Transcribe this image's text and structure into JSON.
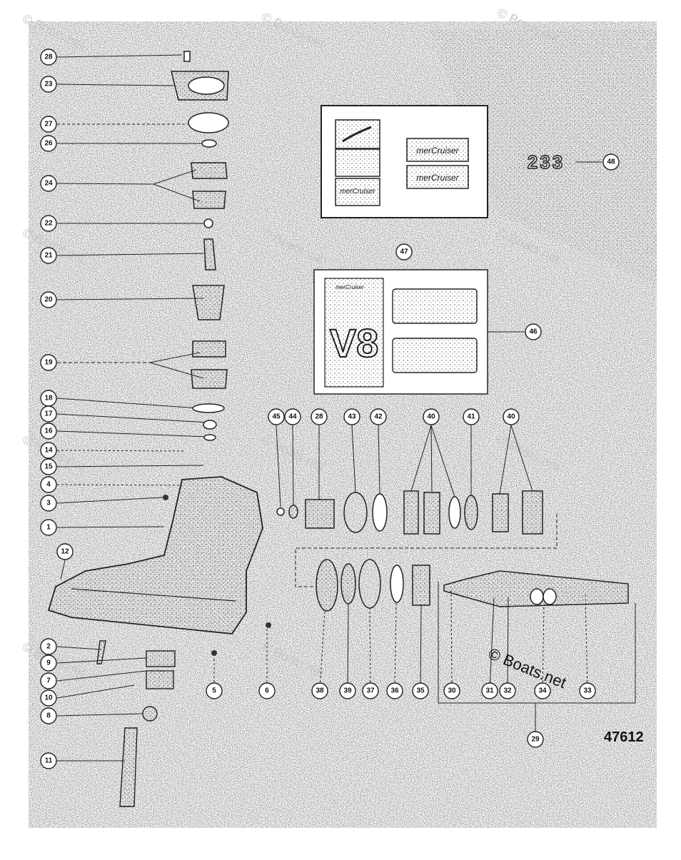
{
  "figure_number": "47612",
  "copyright": "© Boats.net",
  "watermark_text": "© Boats.net",
  "decal_texts": {
    "brand": "merCruiser",
    "model_plate": "233",
    "engine_mark": "V8"
  },
  "callouts": [
    "28",
    "23",
    "27",
    "26",
    "24",
    "22",
    "21",
    "20",
    "19",
    "18",
    "17",
    "16",
    "14",
    "15",
    "4",
    "3",
    "1",
    "12",
    "2",
    "9",
    "7",
    "10",
    "8",
    "11",
    "5",
    "6",
    "45",
    "44",
    "28",
    "43",
    "42",
    "40",
    "41",
    "40",
    "38",
    "39",
    "37",
    "36",
    "35",
    "30",
    "31",
    "32",
    "34",
    "33",
    "29",
    "47",
    "46",
    "48"
  ],
  "colors": {
    "ink": "#1a1a1a",
    "paper": "#ffffff",
    "speckle": "#8a8a8a"
  }
}
